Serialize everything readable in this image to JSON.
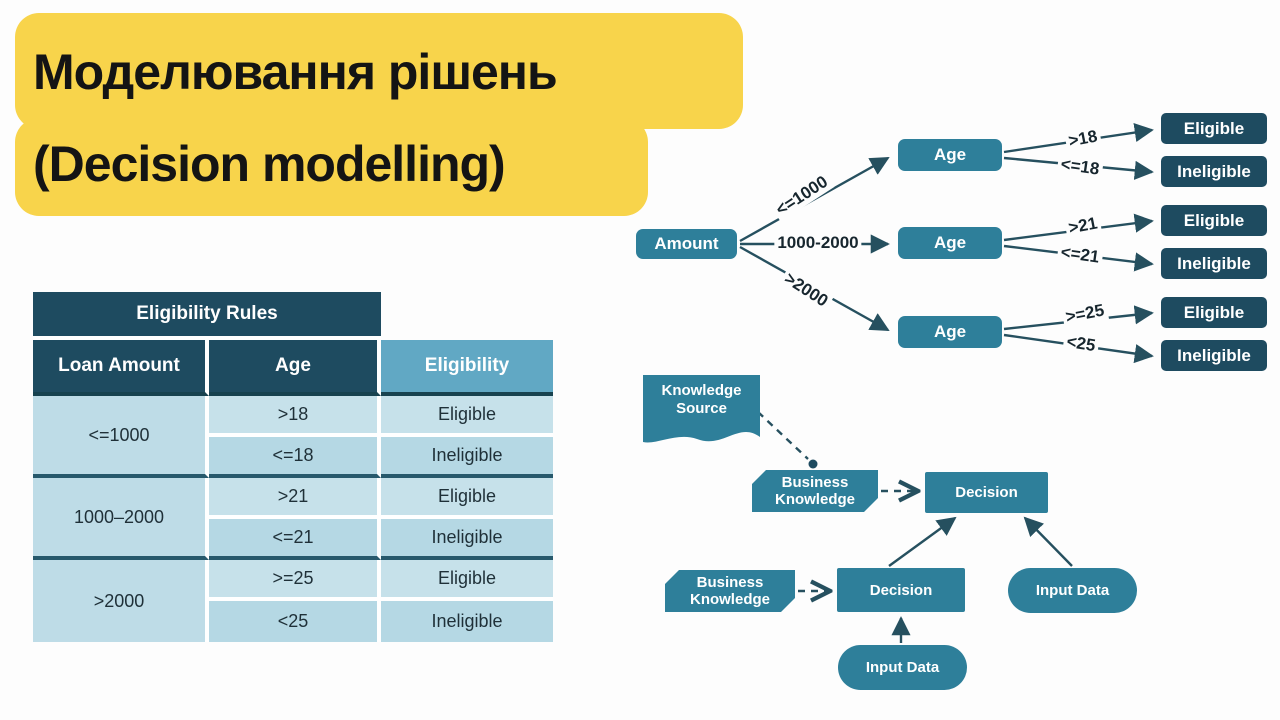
{
  "title": {
    "line1": "Моделювання рішень",
    "line2": "(Decision modelling)"
  },
  "table": {
    "title": "Eligibility Rules",
    "headers": [
      "Loan Amount",
      "Age",
      "Eligibility"
    ],
    "groups": [
      {
        "amount": "<=1000",
        "entries": [
          {
            "age": ">18",
            "eligibility": "Eligible"
          },
          {
            "age": "<=18",
            "eligibility": "Ineligible"
          }
        ]
      },
      {
        "amount": "1000–2000",
        "entries": [
          {
            "age": ">21",
            "eligibility": "Eligible"
          },
          {
            "age": "<=21",
            "eligibility": "Ineligible"
          }
        ]
      },
      {
        "amount": ">2000",
        "entries": [
          {
            "age": ">=25",
            "eligibility": "Eligible"
          },
          {
            "age": "<25",
            "eligibility": "Ineligible"
          }
        ]
      }
    ]
  },
  "tree": {
    "root": "Amount",
    "branches": [
      {
        "condition": "<=1000",
        "node": "Age",
        "outcomes": [
          {
            "condition": ">18",
            "result": "Eligible"
          },
          {
            "condition": "<=18",
            "result": "Ineligible"
          }
        ]
      },
      {
        "condition": "1000-2000",
        "node": "Age",
        "outcomes": [
          {
            "condition": ">21",
            "result": "Eligible"
          },
          {
            "condition": "<=21",
            "result": "Ineligible"
          }
        ]
      },
      {
        "condition": ">2000",
        "node": "Age",
        "outcomes": [
          {
            "condition": ">=25",
            "result": "Eligible"
          },
          {
            "condition": "<25",
            "result": "Ineligible"
          }
        ]
      }
    ]
  },
  "dmn": {
    "knowledge_source_label": "Knowledge Source",
    "business_knowledge_label": "Business Knowledge",
    "decision_label": "Decision",
    "input_data_label": "Input Data"
  },
  "colors": {
    "highlight_yellow": "#f8d44b",
    "node_teal": "#2e7f9a",
    "node_dark_teal": "#1e4b60",
    "table_header_dark": "#1e4b60",
    "table_header_blue": "#61a8c4",
    "cell_blue_light": "#c6e1ea",
    "cell_blue": "#b5d8e4",
    "arrow": "#26505f"
  }
}
